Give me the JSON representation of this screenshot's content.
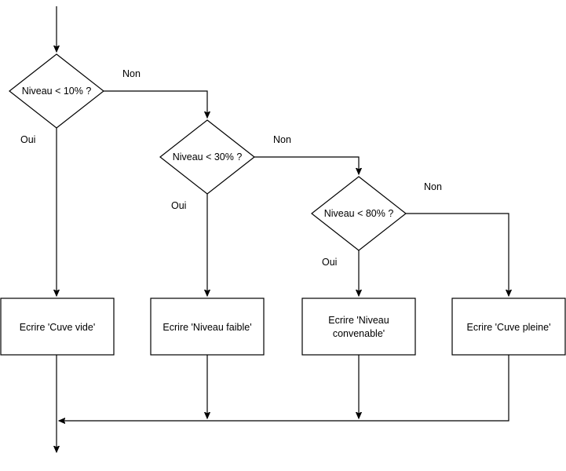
{
  "decisions": [
    {
      "id": "d1",
      "label": "Niveau < 10% ?",
      "yes_label": "Oui",
      "no_label": "Non"
    },
    {
      "id": "d2",
      "label": "Niveau < 30% ?",
      "yes_label": "Oui",
      "no_label": "Non"
    },
    {
      "id": "d3",
      "label": "Niveau < 80% ?",
      "yes_label": "Oui",
      "no_label": "Non"
    }
  ],
  "actions": [
    {
      "id": "a1",
      "lines": [
        "Ecrire 'Cuve vide'"
      ]
    },
    {
      "id": "a2",
      "lines": [
        "Ecrire 'Niveau faible'"
      ]
    },
    {
      "id": "a3",
      "lines": [
        "Ecrire 'Niveau",
        "convenable'"
      ]
    },
    {
      "id": "a4",
      "lines": [
        "Ecrire 'Cuve pleine'"
      ]
    }
  ],
  "colors": {
    "stroke": "#000000",
    "fill": "#ffffff",
    "text": "#000000"
  }
}
